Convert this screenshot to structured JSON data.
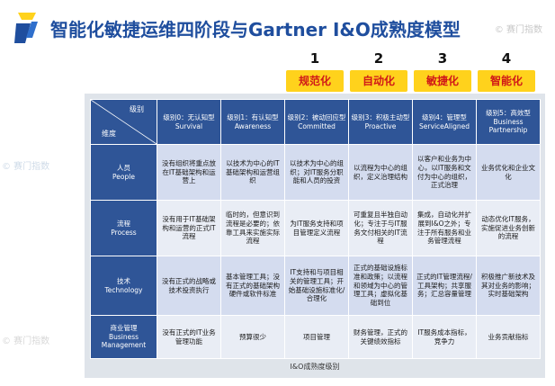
{
  "title": "智能化敏捷运维四阶段与Gartner I&O成熟度模型",
  "watermark": "© 赛门指数",
  "brand_color": "#1f4e9e",
  "stages": [
    {
      "number": "1",
      "label": "规范化"
    },
    {
      "number": "2",
      "label": "自动化"
    },
    {
      "number": "3",
      "label": "敏捷化"
    },
    {
      "number": "4",
      "label": "智能化"
    }
  ],
  "table": {
    "corner_top": "级别",
    "corner_bottom": "维度",
    "columns": [
      {
        "cn": "级别0：无认知型",
        "en": "Survival"
      },
      {
        "cn": "级别1：有认知型",
        "en": "Awareness"
      },
      {
        "cn": "级别2：被动回应型",
        "en": "Committed"
      },
      {
        "cn": "级别3：积极主动型",
        "en": "Proactive"
      },
      {
        "cn": "级别4：管理型",
        "en": "ServiceAligned"
      },
      {
        "cn": "级别5：高效型",
        "en": "Business Partnership"
      }
    ],
    "rows": [
      {
        "cn": "人员",
        "en": "People",
        "cells": [
          "没有组织将重点放在IT基础架构和运营上",
          "以技术为中心的IT基础架构和运营组织",
          "以技术为中心的组织；对IT服务分职能和人员的投资",
          "以流程为中心的组织，定义治理结构",
          "以客户和业务为中心，以IT服务和文付为中心的组织，正式治理",
          "业务优化和企业文化"
        ]
      },
      {
        "cn": "流程",
        "en": "Process",
        "cells": [
          "没有用于IT基础架构和运营的正式IT流程",
          "临时的，但意识到流程是必要的；依靠工具来实施实际流程",
          "为IT服务支持和项目管理定义流程",
          "可重复且半独自动化；专注于与IT服务文付相关的IT流程",
          "集成，自动化并扩展到I&O之外；专注于所有服务和业务管理流程",
          "动态优化IT服务，实施促进业务创新的流程"
        ]
      },
      {
        "cn": "技术",
        "en": "Technology",
        "cells": [
          "没有正式的战略或技术投资执行",
          "基本管理工具；没有正式的基础架构硬件或软件标准",
          "IT支持和与项目相关的管理工具；开始基础设施标准化/合理化",
          "正式的基础设施标准和政策；以流程和领域为中心的管理工具；虚拟化基础到位",
          "正式的IT管理流程/工具架构；共享服务；汇总容量管理",
          "积极推广新技术及其对业务的影响；实时基础架构"
        ]
      },
      {
        "cn": "商业管理",
        "en": "Business Management",
        "cells": [
          "没有正式的IT业务管理功能",
          "预算很少",
          "项目管理",
          "财务管理，正式的关键绩效指标",
          "IT服务成本指标，竞争力",
          "业务贡献指标"
        ]
      }
    ],
    "footer": "I&O成熟度级别"
  }
}
